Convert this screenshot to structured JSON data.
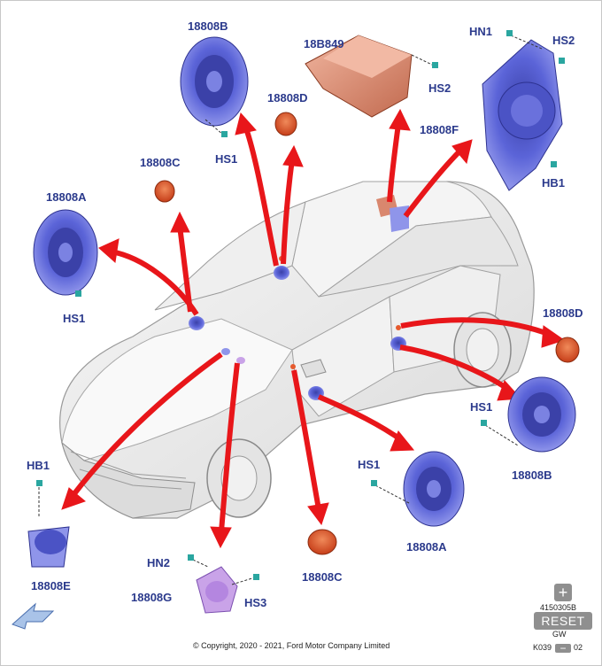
{
  "labels": {
    "l_18808B_top": "18808B",
    "l_HS1_top": "HS1",
    "l_18B849": "18B849",
    "l_HS2_mid": "HS2",
    "l_HN1": "HN1",
    "l_HS2_right": "HS2",
    "l_18808D_top": "18808D",
    "l_18808F": "18808F",
    "l_HB1_right": "HB1",
    "l_18808C_top": "18808C",
    "l_18808A_left": "18808A",
    "l_HS1_left": "HS1",
    "l_18808D_right": "18808D",
    "l_HS1_right": "HS1",
    "l_18808B_right": "18808B",
    "l_HS1_bottom": "HS1",
    "l_18808A_bottom": "18808A",
    "l_HB1_left": "HB1",
    "l_18808E": "18808E",
    "l_HN2": "HN2",
    "l_18808G": "18808G",
    "l_HS3": "HS3",
    "l_18808C_bottom": "18808C"
  },
  "copyright": "© Copyright, 2020 - 2021, Ford Motor Company Limited",
  "controls": {
    "zoom_in": "+",
    "ref_top": "4150305B",
    "reset": "RESET",
    "gw": "GW",
    "ref_left": "K039",
    "zoom_out": "−",
    "ref_right": "02"
  },
  "colors": {
    "label": "#2b3a8c",
    "arrow": "#e8161a",
    "speaker_blue": "#5a63d6",
    "orange": "#e65a2e",
    "amplifier": "#d9876e",
    "tweeter_purple": "#c9a3e8",
    "fastener": "#2aa6a0"
  }
}
